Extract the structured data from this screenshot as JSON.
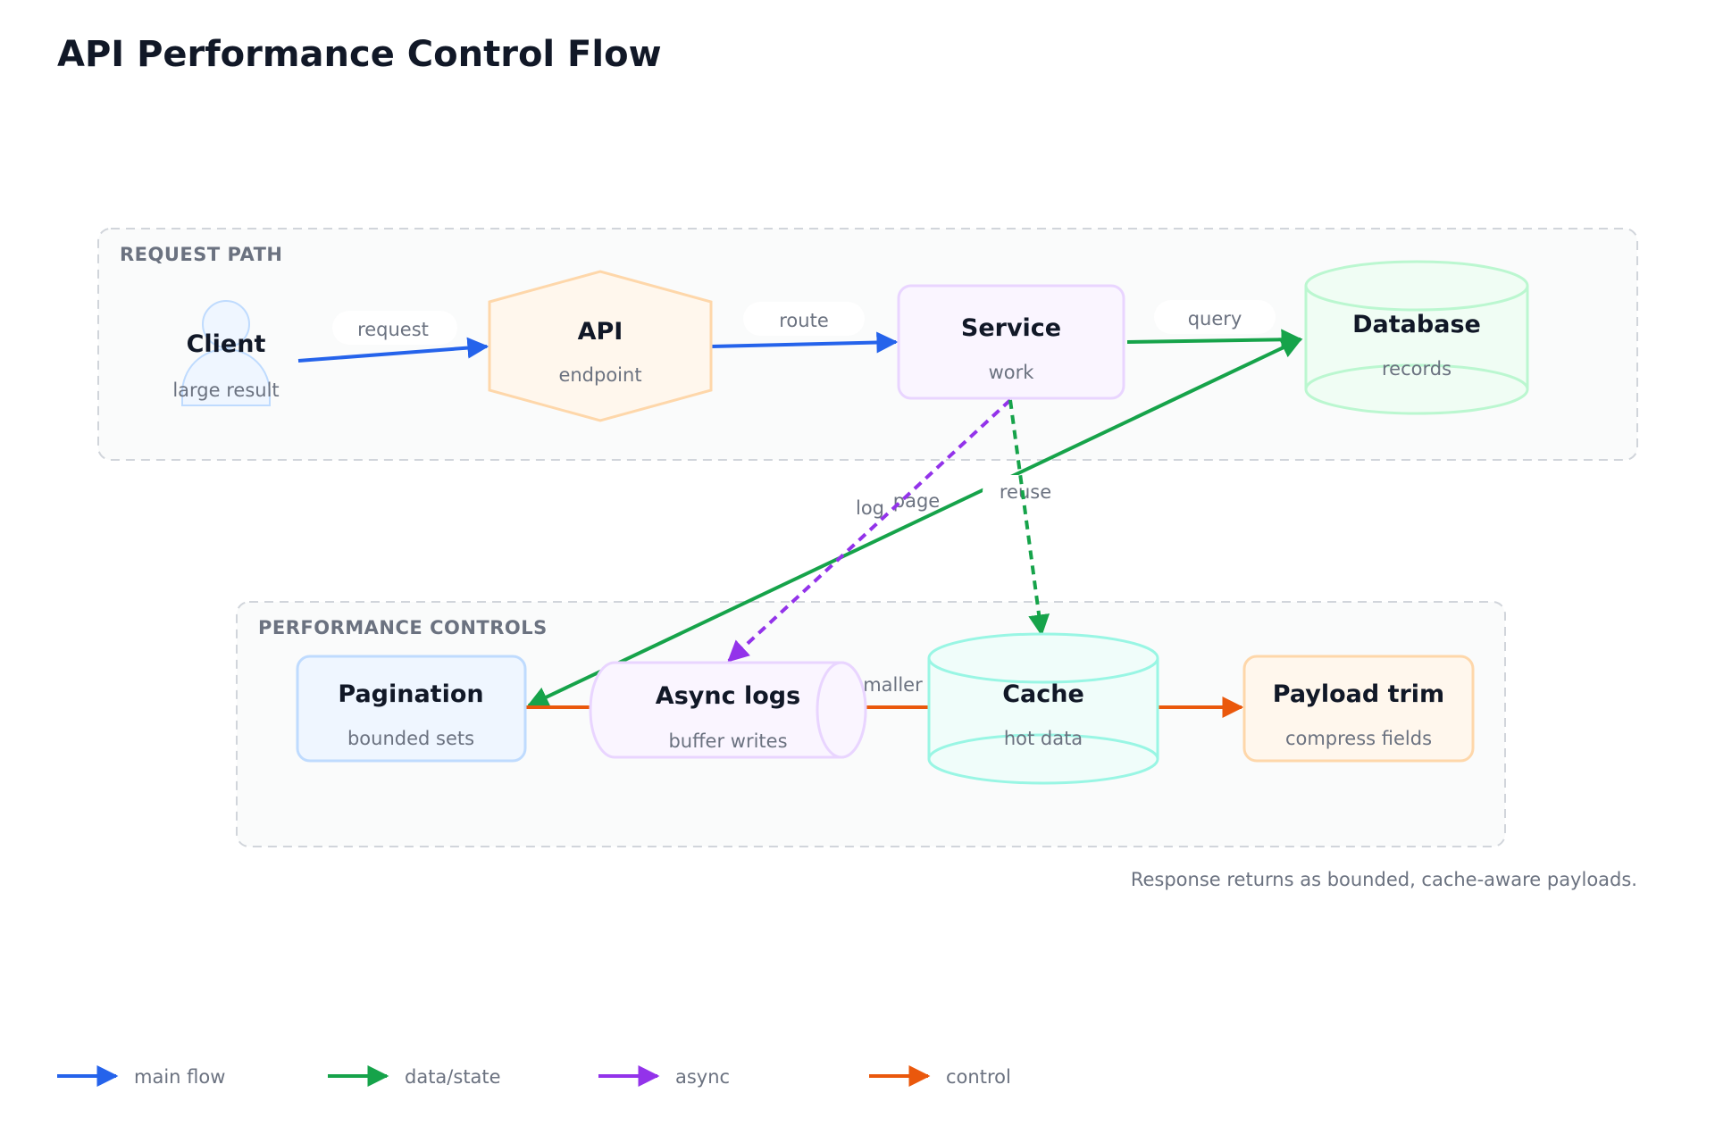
{
  "title": "API Performance Control Flow",
  "zones": {
    "request_path": "REQUEST PATH",
    "performance_controls": "PERFORMANCE CONTROLS"
  },
  "nodes": {
    "client": {
      "title": "Client",
      "subtitle": "large result",
      "shape": "person"
    },
    "api": {
      "title": "API",
      "subtitle": "endpoint",
      "shape": "hexagon"
    },
    "service": {
      "title": "Service",
      "subtitle": "work",
      "shape": "rounded-rect"
    },
    "database": {
      "title": "Database",
      "subtitle": "records",
      "shape": "cylinder"
    },
    "pagination": {
      "title": "Pagination",
      "subtitle": "bounded sets",
      "shape": "rounded-rect"
    },
    "async_logs": {
      "title": "Async logs",
      "subtitle": "buffer writes",
      "shape": "horizontal-cylinder"
    },
    "cache": {
      "title": "Cache",
      "subtitle": "hot data",
      "shape": "cylinder"
    },
    "payload_trim": {
      "title": "Payload trim",
      "subtitle": "compress fields",
      "shape": "rounded-rect"
    }
  },
  "edges": {
    "request": "request",
    "route": "route",
    "query": "query",
    "page": "page",
    "log": "log",
    "reuse": "reuse",
    "smaller": "smaller"
  },
  "footnote": "Response returns as bounded, cache-aware payloads.",
  "legend": {
    "main_flow": "main flow",
    "data_state": "data/state",
    "async": "async",
    "control": "control"
  },
  "colors": {
    "main_flow": "#2563eb",
    "data_state": "#16a34a",
    "async": "#9333ea",
    "control": "#ea580c"
  }
}
